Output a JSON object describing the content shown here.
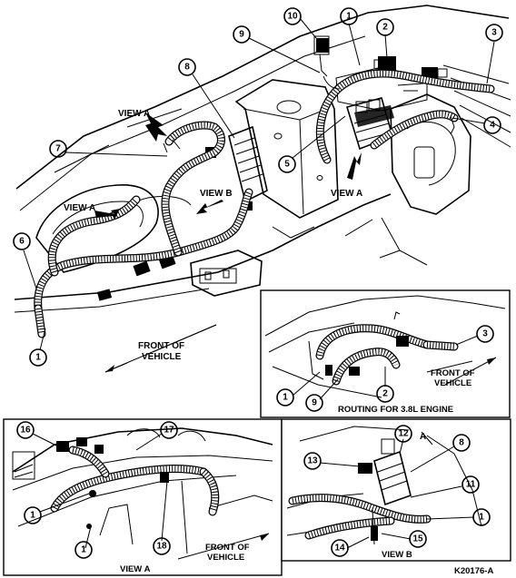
{
  "figure_id": "K20176-A",
  "main_view": {
    "labels": {
      "view_a_upper": "VIEW A",
      "view_a_left": "VIEW A",
      "view_a_right": "VIEW A",
      "view_b": "VIEW B",
      "front_of_vehicle_line1": "FRONT OF",
      "front_of_vehicle_line2": "VEHICLE"
    },
    "callouts": [
      "1",
      "2",
      "3",
      "4",
      "5",
      "6",
      "7",
      "8",
      "9",
      "10",
      "1"
    ]
  },
  "inset_38l": {
    "caption": "ROUTING FOR 3.8L ENGINE",
    "front_line1": "FRONT OF",
    "front_line2": "VEHICLE",
    "callouts": [
      "3",
      "1",
      "9",
      "2"
    ]
  },
  "inset_view_a": {
    "caption": "VIEW A",
    "front_line1": "FRONT OF",
    "front_line2": "VEHICLE",
    "callouts": [
      "16",
      "17",
      "1",
      "1",
      "18"
    ]
  },
  "inset_view_b": {
    "caption": "VIEW B",
    "letter_label": "A",
    "callouts": [
      "13",
      "12",
      "8",
      "11",
      "1",
      "14",
      "15"
    ]
  }
}
